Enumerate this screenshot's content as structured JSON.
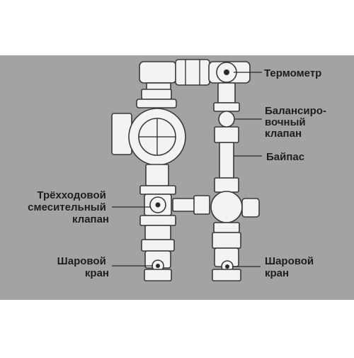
{
  "labels": {
    "thermometer": "Термометр",
    "balancing_valve": [
      "Балансиро-",
      "вочный",
      "клапан"
    ],
    "bypass": "Байпас",
    "mixing_valve": [
      "Трёхходовой",
      "смесительный",
      "клапан"
    ],
    "ball_valve_left": [
      "Шаровой",
      "кран"
    ],
    "ball_valve_right": [
      "Шаровой",
      "кран"
    ]
  },
  "colors": {
    "background_panel": "#a3a3a3",
    "page": "#ffffff",
    "part_fill": "#f3f3f3",
    "outline": "#3a3a3a",
    "text": "#1e1e1e"
  }
}
